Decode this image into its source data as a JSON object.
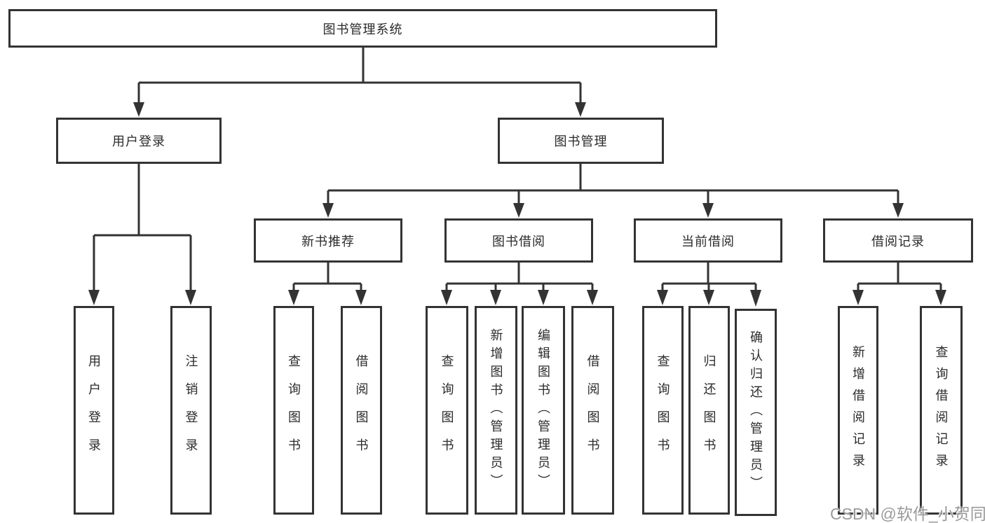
{
  "tree": {
    "label": "图书管理系统",
    "children": [
      {
        "label": "用户登录",
        "children": [
          {
            "label": "用户登录"
          },
          {
            "label": "注销登录"
          }
        ]
      },
      {
        "label": "图书管理",
        "children": [
          {
            "label": "新书推荐",
            "children": [
              {
                "label": "查询图书"
              },
              {
                "label": "借阅图书"
              }
            ]
          },
          {
            "label": "图书借阅",
            "children": [
              {
                "label": "查询图书"
              },
              {
                "label": "新增图书（管理员）"
              },
              {
                "label": "编辑图书（管理员）"
              },
              {
                "label": "借阅图书"
              }
            ]
          },
          {
            "label": "当前借阅",
            "children": [
              {
                "label": "查询图书"
              },
              {
                "label": "归还图书"
              },
              {
                "label": "确认归还（管理员）"
              }
            ]
          },
          {
            "label": "借阅记录",
            "children": [
              {
                "label": "新增借阅记录"
              },
              {
                "label": "查询借阅记录"
              }
            ]
          }
        ]
      }
    ]
  },
  "watermark": {
    "text": "CSDN @软件_小贺同学"
  },
  "colors": {
    "line": "#333333",
    "box_border": "#333333",
    "text": "#2b2b2b",
    "background": "#ffffff",
    "watermark": "#9a9a9a"
  }
}
